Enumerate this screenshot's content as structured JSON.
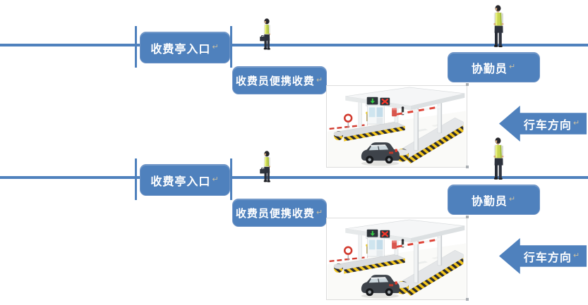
{
  "colors": {
    "accent_blue": "#4F81BD",
    "label_text": "#FFFFFF",
    "return_mark_color": "#C9BFA4",
    "image_border": "#DCDCDC"
  },
  "icons": {
    "direction_arrow": "left-block-arrow",
    "toll_collector_figure": "worker-with-briefcase-standing",
    "assistant_worker_figure": "vested-worker-standing",
    "plaza_image": "toll-plaza-illustration"
  },
  "rows": [
    {
      "entrance_label": "收费亭入口",
      "collector_label": "收费员便携收费",
      "assistant_label": "协勤员",
      "direction_label": "行车方向",
      "return_mark": "↵"
    },
    {
      "entrance_label": "收费亭入口",
      "collector_label": "收费员便携收费",
      "assistant_label": "协勤员",
      "direction_label": "行车方向",
      "return_mark": "↵"
    }
  ]
}
